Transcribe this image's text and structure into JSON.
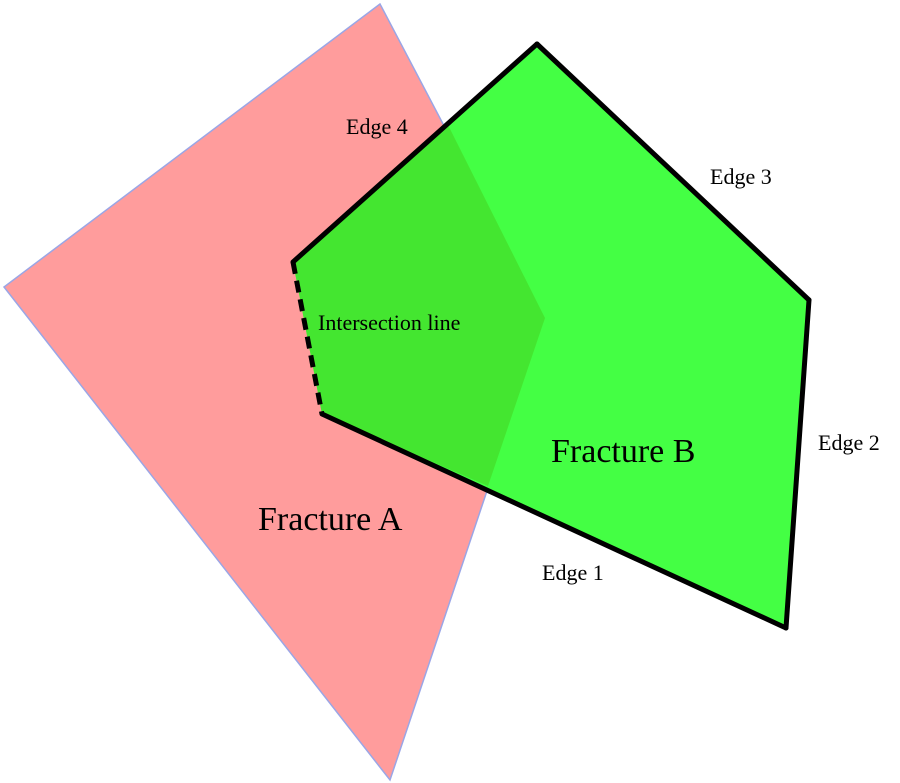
{
  "labels": {
    "edge_1": "Edge 1",
    "edge_2": "Edge 2",
    "edge_3": "Edge 3",
    "edge_4": "Edge 4",
    "intersection_line": "Intersection line",
    "fracture_a": "Fracture A",
    "fracture_b": "Fracture B"
  },
  "colors": {
    "fracture_a_fill": "#ff9c9c",
    "fracture_a_outline": "#9aa6e6",
    "fracture_b_fill": "#44ff44",
    "overlap_fill": "#44e630",
    "edge_stroke": "#000000"
  }
}
